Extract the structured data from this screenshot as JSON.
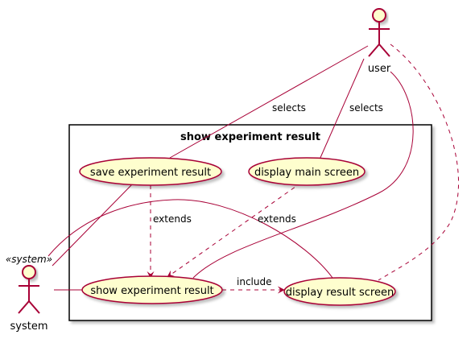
{
  "package": {
    "title": "show experiment result"
  },
  "actors": {
    "user": {
      "label": "user"
    },
    "system": {
      "label": "system",
      "stereotype": "«system»"
    }
  },
  "usecases": {
    "save": {
      "label": "save experiment result"
    },
    "main": {
      "label": "display main screen"
    },
    "show": {
      "label": "show experiment result"
    },
    "result": {
      "label": "display result screen"
    }
  },
  "edges": {
    "user_save": {
      "label": "selects"
    },
    "user_main": {
      "label": "selects"
    },
    "save_show": {
      "label": "extends"
    },
    "main_show": {
      "label": "extends"
    },
    "show_result": {
      "label": "include"
    }
  },
  "colors": {
    "line": "#A80036",
    "usecase_fill": "#FEFECE",
    "actor_fill": "#FEFECE",
    "package_border": "#000000"
  }
}
